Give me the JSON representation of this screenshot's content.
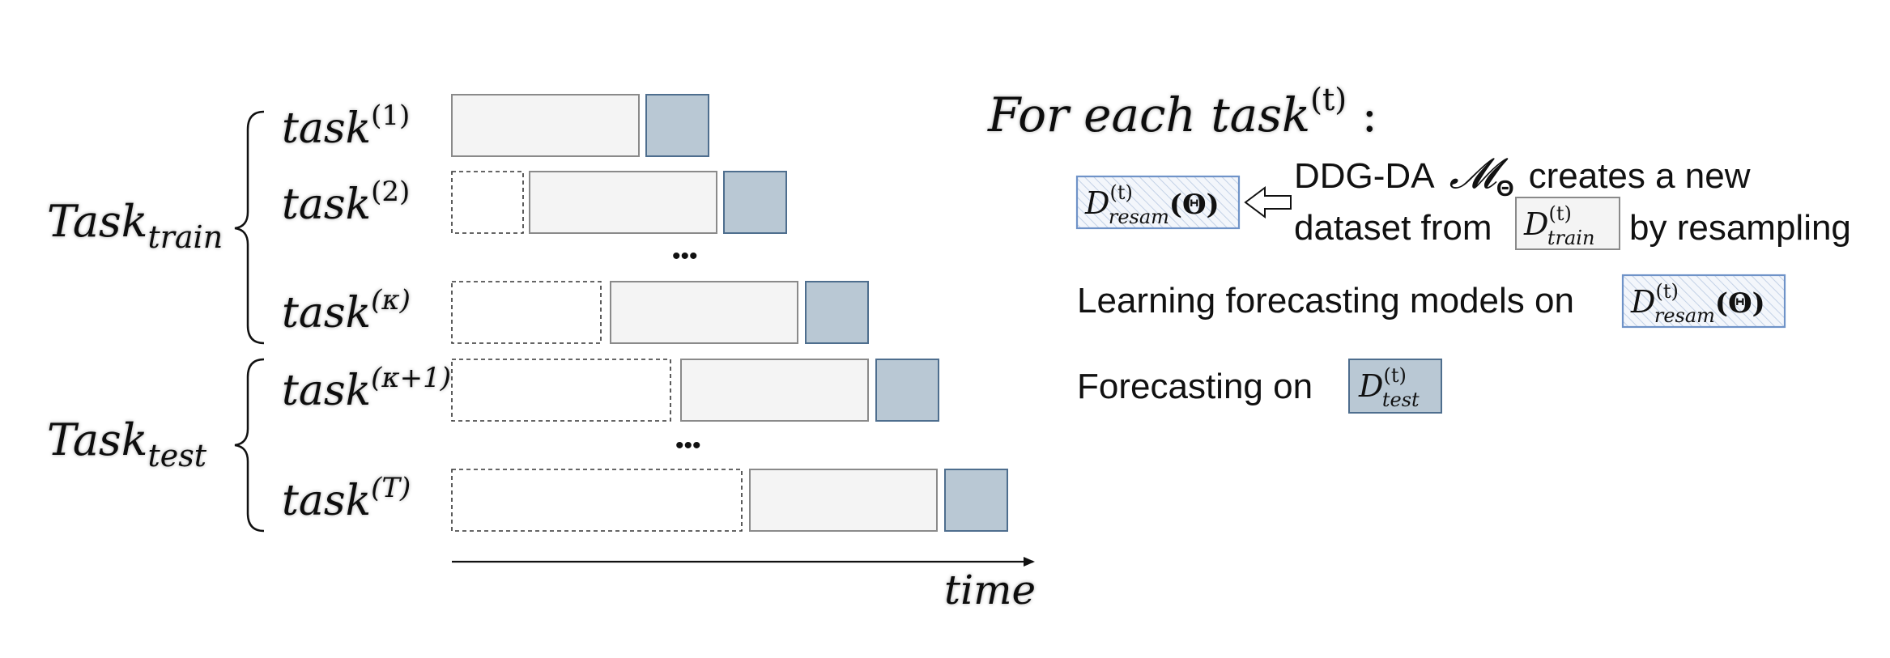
{
  "left": {
    "group_train": {
      "base": "Task",
      "sub": "train"
    },
    "group_test": {
      "base": "Task",
      "sub": "test"
    },
    "task_base": "task",
    "tasks": [
      {
        "sup": "(1)"
      },
      {
        "sup": "(2)"
      },
      {
        "sup": "(κ)"
      },
      {
        "sup": "(κ+1)"
      },
      {
        "sup": "(T)"
      }
    ],
    "ellipsis": "•••",
    "time_label": "time"
  },
  "right": {
    "heading": {
      "prefix": "For each task",
      "sup": "(t)",
      "suffix": " :"
    },
    "d_resam": {
      "base": "D",
      "sub": "resam",
      "sup": "(t)",
      "arg": "(Θ)"
    },
    "d_train": {
      "base": "D",
      "sub": "train",
      "sup": "(t)"
    },
    "d_test": {
      "base": "D",
      "sub": "test",
      "sup": "(t)"
    },
    "line1_part1": "DDG-DA",
    "model_symbol": "𝓜",
    "model_sub": "Θ",
    "line1_part2": "creates a new",
    "line2_part1": "dataset from",
    "line2_part2": "by resampling",
    "line3": "Learning forecasting models on",
    "line4": "Forecasting on"
  },
  "colors": {
    "train_fill": "#f4f4f4",
    "train_stroke": "#8a8a8a",
    "test_fill": "#b9c8d4",
    "test_stroke": "#4e6e8e",
    "resam_stroke": "#6f93c8",
    "resam_fill": "#eef2f8"
  }
}
